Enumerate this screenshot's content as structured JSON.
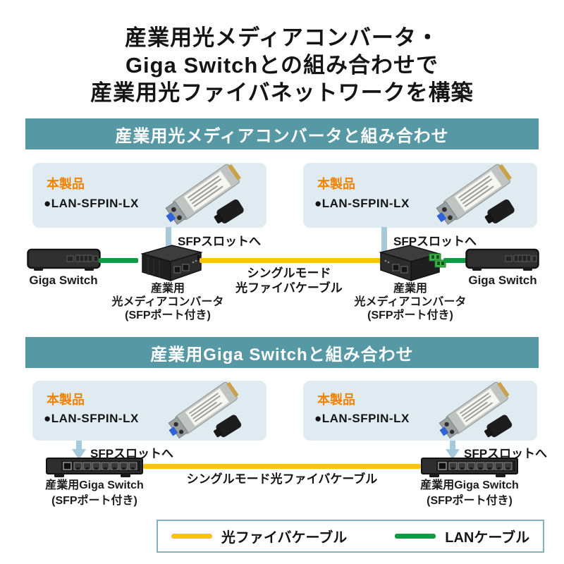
{
  "title": {
    "line1": "産業用光メディアコンバータ・",
    "line2": "Giga Switchとの組み合わせで",
    "line3": "産業用光ファイバネットワークを構築"
  },
  "colors": {
    "teal_header": "#5798a5",
    "card_bg": "#e0ebf1",
    "product_orange": "#f08300",
    "fiber_yellow": "#fcc30b",
    "lan_green": "#119a44",
    "arrow_blue": "#a5c8da",
    "legend_border": "#82b2bc"
  },
  "sections": [
    {
      "header": "産業用光メディアコンバータと組み合わせ",
      "cards": [
        {
          "product_label": "本製品",
          "model": "●LAN-SFPIN-LX"
        },
        {
          "product_label": "本製品",
          "model": "●LAN-SFPIN-LX"
        }
      ],
      "sfp_arrow_label": "SFPスロットへ",
      "left_switch_label": "Giga Switch",
      "right_switch_label": "Giga Switch",
      "converter_label_lines": [
        "産業用",
        "光メディアコンバータ",
        "(SFPポート付き)"
      ],
      "cable_label_lines": [
        "シングルモード",
        "光ファイバケーブル"
      ]
    },
    {
      "header": "産業用Giga Switchと組み合わせ",
      "cards": [
        {
          "product_label": "本製品",
          "model": "●LAN-SFPIN-LX"
        },
        {
          "product_label": "本製品",
          "model": "●LAN-SFPIN-LX"
        }
      ],
      "sfp_arrow_label": "SFPスロットへ",
      "switch_label_lines": [
        "産業用Giga Switch",
        "(SFPポート付き)"
      ],
      "cable_label": "シングルモード光ファイバケーブル"
    }
  ],
  "legend": {
    "fiber_label": "光ファイバケーブル",
    "lan_label": "LANケーブル"
  }
}
